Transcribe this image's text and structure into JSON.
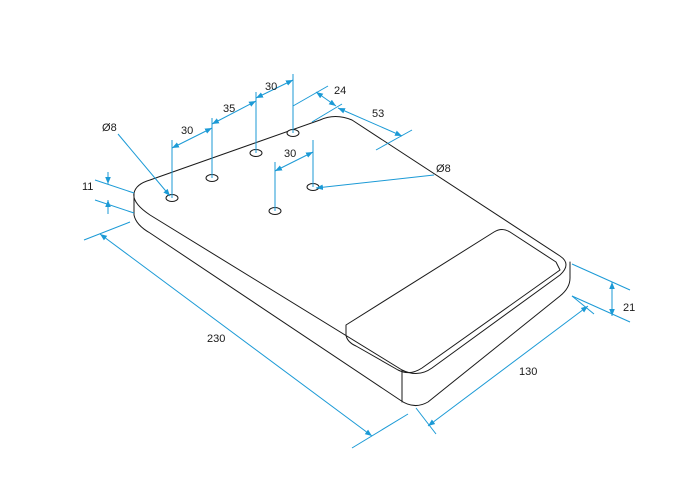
{
  "colors": {
    "outline": "#1a1a1a",
    "dimension": "#1b9ad6",
    "background": "#ffffff"
  },
  "dimensions": {
    "hole_diameter_left": "8",
    "hole_diameter_right": "8",
    "hole_spacing_a": "30",
    "hole_spacing_b": "35",
    "hole_spacing_c": "30",
    "edge_offset": "24",
    "row_offset": "53",
    "hole_spacing_d": "30",
    "thickness_step": "11",
    "length": "230",
    "width": "130",
    "height": "21"
  },
  "diameter_symbol": "Ø"
}
